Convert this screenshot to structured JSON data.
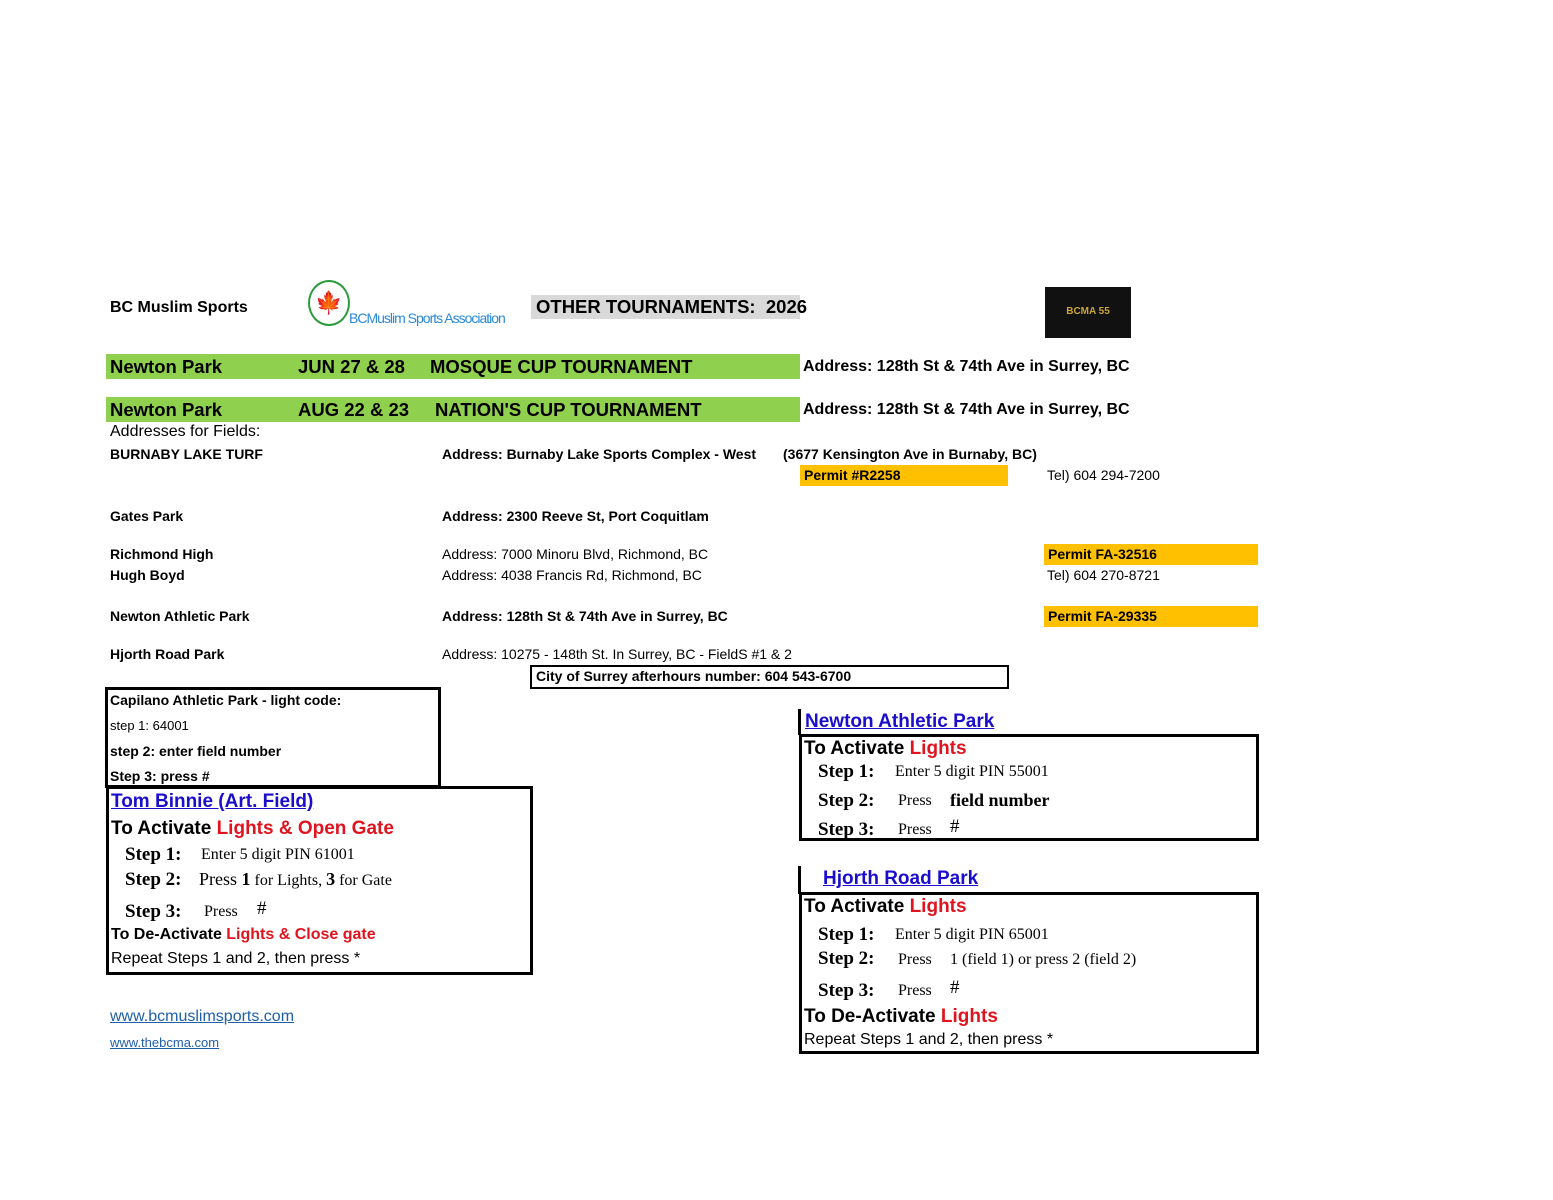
{
  "header": {
    "org": "BC Muslim Sports",
    "logo_text": "BCMuslim Sports Association",
    "title": "OTHER TOURNAMENTS:",
    "year": "2026",
    "bcma_logo_text": "BCMA 55"
  },
  "tournaments": [
    {
      "park": "Newton Park",
      "date": "JUN 27 & 28",
      "event": "MOSQUE CUP TOURNAMENT",
      "address": "Address: 128th St & 74th Ave in Surrey, BC"
    },
    {
      "park": "Newton Park",
      "date": "AUG 22 & 23",
      "event": "NATION'S CUP TOURNAMENT",
      "address": "Address: 128th St & 74th Ave in Surrey, BC"
    }
  ],
  "fields_heading": "Addresses for Fields:",
  "fields": {
    "burnaby": {
      "name": "BURNABY LAKE TURF",
      "address": "Address: Burnaby Lake Sports Complex - West",
      "extra": "(3677 Kensington Ave in Burnaby, BC)",
      "permit": "Permit #R2258",
      "tel": "Tel) 604 294-7200"
    },
    "gates": {
      "name": "Gates Park",
      "address": "Address: 2300 Reeve St, Port Coquitlam"
    },
    "richmond": {
      "name": "Richmond High",
      "address": "Address: 7000 Minoru Blvd, Richmond, BC",
      "permit": "Permit FA-32516"
    },
    "hugh": {
      "name": "Hugh Boyd",
      "address": "Address: 4038 Francis Rd, Richmond, BC",
      "tel": "Tel) 604 270-8721"
    },
    "newton": {
      "name": "Newton Athletic Park",
      "address": "Address: 128th St & 74th Ave in Surrey, BC",
      "permit": "Permit FA-29335"
    },
    "hjorth": {
      "name": "Hjorth Road Park",
      "address": "Address: 10275 - 148th St. In Surrey, BC - FieldS #1 & 2"
    }
  },
  "surrey_afterhours": "City of Surrey afterhours number: 604 543-6700",
  "capilano": {
    "title": "Capilano Athletic Park - light code:",
    "step1": "step 1: 64001",
    "step2": "step 2: enter field number",
    "step3": "Step 3: press #"
  },
  "tom_binnie": {
    "title": "Tom Binnie  (Art. Field)",
    "activate": "To Activate ",
    "activate_red": "Lights & Open Gate",
    "s1": "Step 1:",
    "s1t": "Enter 5 digit PIN  61001",
    "s2": "Step 2:",
    "s2a": "Press ",
    "s2b": "1",
    "s2c": " for Lights, ",
    "s2d": "3",
    "s2e": " for Gate",
    "s3": "Step 3:",
    "s3a": "Press",
    "s3b": "#",
    "deactivate": "To De-Activate ",
    "deactivate_red": "Lights & Close gate",
    "repeat": "Repeat Steps 1 and 2, then press *"
  },
  "newton_box": {
    "title": "Newton Athletic Park",
    "activate": "To Activate ",
    "activate_red": "Lights",
    "s1": "Step 1:",
    "s1t": "Enter 5 digit PIN  55001",
    "s2": "Step 2:",
    "s2a": "Press",
    "s2b": "field number",
    "s3": "Step 3:",
    "s3a": "Press",
    "s3b": "#"
  },
  "hjorth_box": {
    "title": "Hjorth Road Park",
    "activate": "To Activate ",
    "activate_red": "Lights",
    "s1": "Step 1:",
    "s1t": "Enter 5 digit PIN  65001",
    "s2": "Step 2:",
    "s2a": "Press",
    "s2b": "1  (field 1) or press 2 (field 2)",
    "s3": "Step 3:",
    "s3a": "Press",
    "s3b": "#",
    "deactivate": "To De-Activate ",
    "deactivate_red": "Lights",
    "repeat": "Repeat Steps 1 and 2, then press *"
  },
  "links": [
    "www.bcmuslimsports.com",
    "www.thebcma.com"
  ]
}
